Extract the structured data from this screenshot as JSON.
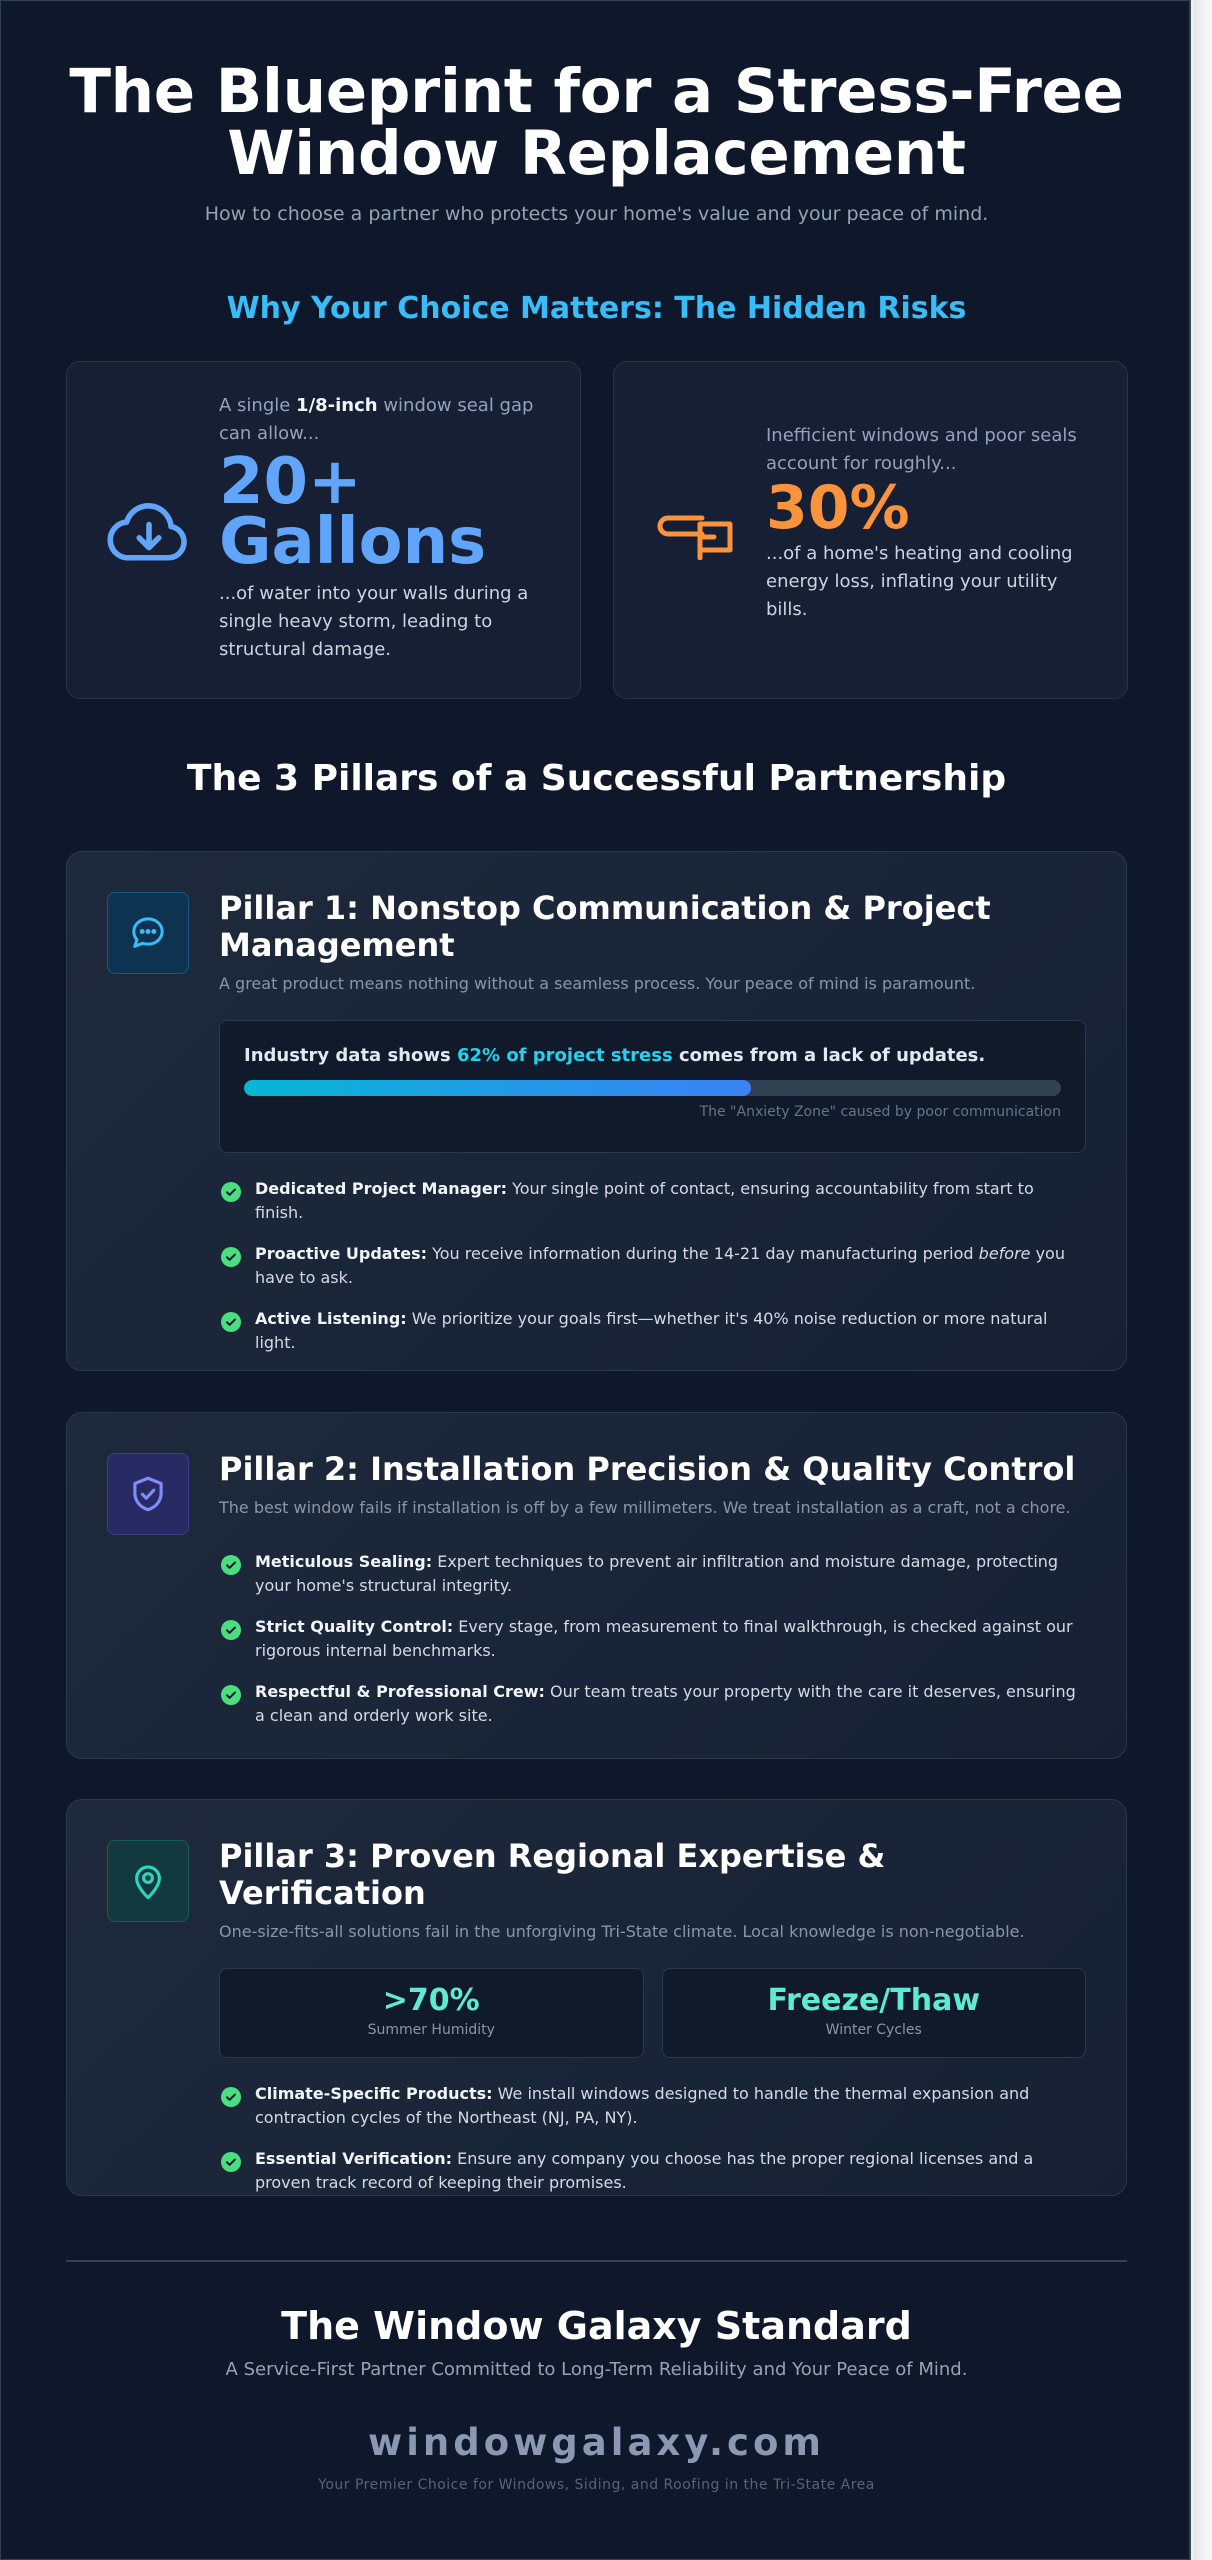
{
  "header": {
    "title_line1": "The Blueprint for a Stress-Free",
    "title_line2": "Window Replacement",
    "subtitle": "How to choose a partner who protects your home's value and your peace of mind."
  },
  "risks": {
    "heading": "Why Your Choice Matters: The Hidden Risks",
    "cards": [
      {
        "icon": "cloud-download-icon",
        "intro_before": "A single ",
        "intro_bold": "1/8-inch",
        "intro_after": " window seal gap can allow...",
        "stat_line1": "20+",
        "stat_line2": "Gallons",
        "description": "...of water into your walls during a single heavy storm, leading to structural damage.",
        "color": "#60a5fa"
      },
      {
        "icon": "energy-plug-icon",
        "intro": "Inefficient windows and poor seals account for roughly...",
        "stat": "30%",
        "description": "...of a home's heating and cooling energy loss, inflating your utility bills.",
        "color": "#fb923c"
      }
    ]
  },
  "pillars_heading": "The 3 Pillars of a Successful Partnership",
  "pillars": [
    {
      "icon": "chat-bubble-icon",
      "title": "Pillar 1: Nonstop Communication & Project Management",
      "subtitle": "A great product means nothing without a seamless process. Your peace of mind is paramount.",
      "stress": {
        "text_before": "Industry data shows ",
        "highlight": "62% of project stress",
        "text_after": " comes from a lack of updates.",
        "percent": 62,
        "caption": "The \"Anxiety Zone\" caused by poor communication"
      },
      "items": [
        {
          "label": "Dedicated Project Manager:",
          "text": " Your single point of contact, ensuring accountability from start to finish."
        },
        {
          "label": "Proactive Updates:",
          "text_before": " You receive information during the 14-21 day manufacturing period ",
          "italic": "before",
          "text_after": " you have to ask."
        },
        {
          "label": "Active Listening:",
          "text": " We prioritize your goals first—whether it's 40% noise reduction or more natural light."
        }
      ]
    },
    {
      "icon": "shield-check-icon",
      "title": "Pillar 2: Installation Precision & Quality Control",
      "subtitle": "The best window fails if installation is off by a few millimeters. We treat installation as a craft, not a chore.",
      "items": [
        {
          "label": "Meticulous Sealing:",
          "text": " Expert techniques to prevent air infiltration and moisture damage, protecting your home's structural integrity."
        },
        {
          "label": "Strict Quality Control:",
          "text": " Every stage, from measurement to final walkthrough, is checked against our rigorous internal benchmarks."
        },
        {
          "label": "Respectful & Professional Crew:",
          "text": " Our team treats your property with the care it deserves, ensuring a clean and orderly work site."
        }
      ]
    },
    {
      "icon": "map-pin-icon",
      "title": "Pillar 3: Proven Regional Expertise & Verification",
      "subtitle": "One-size-fits-all solutions fail in the unforgiving Tri-State climate. Local knowledge is non-negotiable.",
      "stats": [
        {
          "value": ">70%",
          "label": "Summer Humidity"
        },
        {
          "value": "Freeze/Thaw",
          "label": "Winter Cycles"
        }
      ],
      "items": [
        {
          "label": "Climate-Specific Products:",
          "text": " We install windows designed to handle the thermal expansion and contraction cycles of the Northeast (NJ, PA, NY)."
        },
        {
          "label": "Essential Verification:",
          "text": " Ensure any company you choose has the proper regional licenses and a proven track record of keeping their promises."
        }
      ]
    }
  ],
  "footer": {
    "title": "The Window Galaxy Standard",
    "subtitle": "A Service-First Partner Committed to Long-Term Reliability and Your Peace of Mind.",
    "website": "windowgalaxy.com",
    "tagline": "Your Premier Choice for Windows, Siding, and Roofing in the Tri-State Area"
  },
  "colors": {
    "background": "#0f172a",
    "card": "#1e293b",
    "accent_sky": "#38bdf8",
    "accent_blue": "#60a5fa",
    "accent_orange": "#fb923c",
    "accent_cyan": "#22d3ee",
    "accent_teal": "#5eead4",
    "check_green": "#4ade80"
  }
}
